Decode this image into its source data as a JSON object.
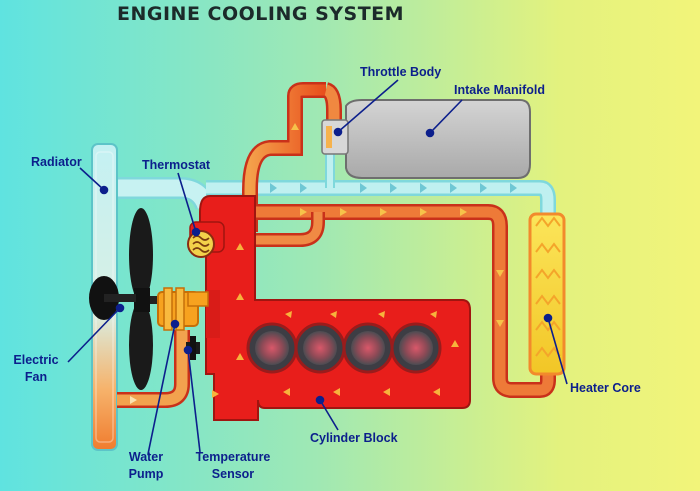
{
  "title": "ENGINE COOLING SYSTEM",
  "labels": {
    "throttle_body": "Throttle Body",
    "intake_manifold": "Intake Manifold",
    "radiator": "Radiator",
    "thermostat": "Thermostat",
    "electric_fan_line1": "Electric",
    "electric_fan_line2": "Fan",
    "heater_core": "Heater Core",
    "cylinder_block": "Cylinder Block",
    "water_pump_line1": "Water",
    "water_pump_line2": "Pump",
    "temp_sensor_line1": "Temperature",
    "temp_sensor_line2": "Sensor"
  },
  "colors": {
    "hot_coolant": "#e8201c",
    "warm_coolant": "#f07a36",
    "cool_coolant": "#b6ecef",
    "label_text": "#0c1f8c",
    "manifold": "#bdbdbd",
    "pump": "#f7a21f",
    "heater_core": "#f6dc40"
  }
}
